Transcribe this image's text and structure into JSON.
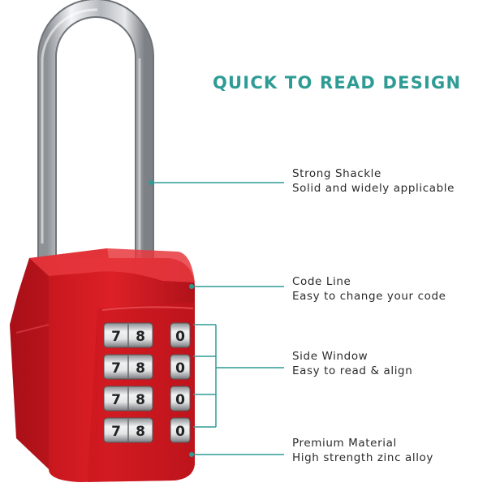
{
  "headline": "QUICK TO READ DESIGN",
  "features": [
    {
      "title": "Strong Shackle",
      "desc": "Solid and widely applicable"
    },
    {
      "title": "Code Line",
      "desc": "Easy to change your code"
    },
    {
      "title": "Side Window",
      "desc": "Easy to read & align"
    },
    {
      "title": "Premium Material",
      "desc": "High strength zinc alloy"
    }
  ],
  "dials": [
    {
      "d1": "7",
      "d2": "8",
      "side": "0"
    },
    {
      "d1": "7",
      "d2": "8",
      "side": "0"
    },
    {
      "d1": "7",
      "d2": "8",
      "side": "0"
    },
    {
      "d1": "7",
      "d2": "8",
      "side": "0"
    }
  ],
  "colors": {
    "accent_teal": "#2e9c95",
    "lock_body_red": "#d41e24",
    "shackle_silver": "#c9ccd0",
    "text_dark": "#2b2b2b"
  }
}
